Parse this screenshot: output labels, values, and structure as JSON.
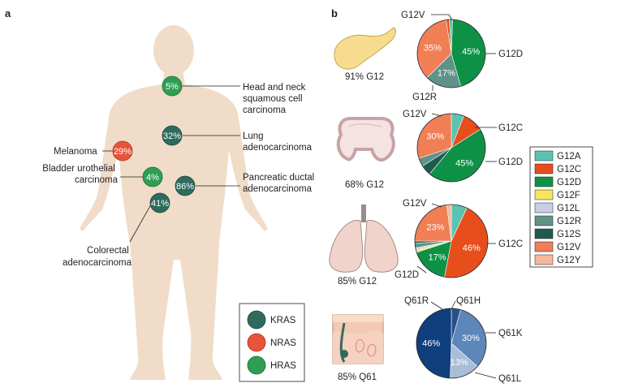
{
  "panels": {
    "a": "a",
    "b": "b"
  },
  "colors": {
    "KRAS": "#2e6b5e",
    "NRAS": "#e8533a",
    "HRAS": "#2f9e52",
    "G12A": "#5cc3b0",
    "G12C": "#e84e1b",
    "G12D": "#0d9146",
    "G12F": "#f5e661",
    "G12L": "#c5cfe6",
    "G12R": "#5f9387",
    "G12S": "#1f5a4f",
    "G12V": "#f07f55",
    "G12Y": "#f6b89c",
    "Q61R": "#0f3f7c",
    "Q61H": "#24518c",
    "Q61K": "#5d86b9",
    "Q61L": "#a9bdd9",
    "body": "#f0dcc8"
  },
  "legend_a": [
    {
      "key": "KRAS",
      "label": "KRAS"
    },
    {
      "key": "NRAS",
      "label": "NRAS"
    },
    {
      "key": "HRAS",
      "label": "HRAS"
    }
  ],
  "cancers": [
    {
      "pct": "5%",
      "gene": "HRAS",
      "label": [
        "Head and neck",
        "squamous cell",
        "carcinoma"
      ]
    },
    {
      "pct": "32%",
      "gene": "KRAS",
      "label": [
        "Lung",
        "adenocarcinoma"
      ]
    },
    {
      "pct": "29%",
      "gene": "NRAS",
      "label": [
        "Melanoma"
      ]
    },
    {
      "pct": "4%",
      "gene": "HRAS",
      "label": [
        "Bladder urothelial",
        "carcinoma"
      ]
    },
    {
      "pct": "86%",
      "gene": "KRAS",
      "label": [
        "Pancreatic ductal",
        "adenocarcinoma"
      ]
    },
    {
      "pct": "41%",
      "gene": "KRAS",
      "label": [
        "Colorectal",
        "adenocarcinoma"
      ]
    }
  ],
  "legend_b": [
    "G12A",
    "G12C",
    "G12D",
    "G12F",
    "G12L",
    "G12R",
    "G12S",
    "G12V",
    "G12Y"
  ],
  "chart_data": [
    {
      "type": "pie",
      "organ_caption": "91% G12",
      "slices": [
        {
          "name": "G12D",
          "value": 45,
          "label": "45%"
        },
        {
          "name": "G12R",
          "value": 17,
          "label": "17%"
        },
        {
          "name": "G12V",
          "value": 35,
          "label": "35%"
        },
        {
          "name": "G12C",
          "value": 1.5,
          "label": ""
        },
        {
          "name": "G12A",
          "value": 1.5,
          "label": ""
        }
      ],
      "callouts": [
        "G12V",
        "G12D",
        "G12R"
      ]
    },
    {
      "type": "pie",
      "organ_caption": "68% G12",
      "slices": [
        {
          "name": "G12A",
          "value": 6,
          "label": ""
        },
        {
          "name": "G12C",
          "value": 10,
          "label": ""
        },
        {
          "name": "G12D",
          "value": 45,
          "label": "45%"
        },
        {
          "name": "G12S",
          "value": 5,
          "label": ""
        },
        {
          "name": "G12R",
          "value": 4,
          "label": ""
        },
        {
          "name": "G12V",
          "value": 30,
          "label": "30%"
        }
      ],
      "callouts": [
        "G12V",
        "G12C",
        "G12D"
      ]
    },
    {
      "type": "pie",
      "organ_caption": "85% G12",
      "slices": [
        {
          "name": "G12A",
          "value": 7,
          "label": ""
        },
        {
          "name": "G12C",
          "value": 46,
          "label": "46%"
        },
        {
          "name": "G12D",
          "value": 17,
          "label": "17%"
        },
        {
          "name": "G12F",
          "value": 1,
          "label": ""
        },
        {
          "name": "G12L",
          "value": 1,
          "label": ""
        },
        {
          "name": "G12R",
          "value": 2,
          "label": ""
        },
        {
          "name": "G12S",
          "value": 1,
          "label": ""
        },
        {
          "name": "G12V",
          "value": 23,
          "label": "23%"
        },
        {
          "name": "G12Y",
          "value": 2,
          "label": ""
        }
      ],
      "callouts": [
        "G12V",
        "G12C",
        "G12D"
      ]
    },
    {
      "type": "pie",
      "organ_caption": "85% Q61",
      "slices": [
        {
          "name": "Q61H",
          "value": 4,
          "label": ""
        },
        {
          "name": "Q61K",
          "value": 30,
          "label": "30%"
        },
        {
          "name": "Q61L",
          "value": 13,
          "label": "13%"
        },
        {
          "name": "Q61R",
          "value": 46,
          "label": "46%"
        }
      ],
      "callouts": [
        "Q61R",
        "Q61H",
        "Q61K",
        "Q61L"
      ]
    }
  ]
}
